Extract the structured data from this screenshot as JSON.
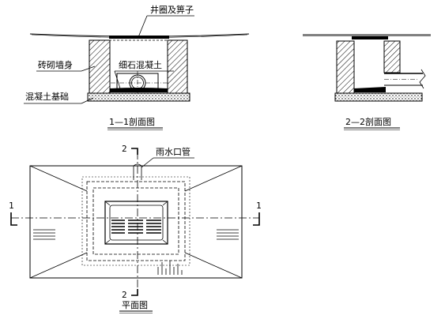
{
  "labels": {
    "cover_grate": "井圈及箅子",
    "brick_wall": "砖砌墙身",
    "fine_concrete": "细石混凝土",
    "concrete_base": "混凝土基础",
    "inlet_pipe": "雨水口管"
  },
  "titles": {
    "section_1_1": "1—1剖面图",
    "section_2_2": "2—2剖面图",
    "plan": "平面图"
  },
  "cut_marks": {
    "one": "1",
    "two": "2"
  }
}
